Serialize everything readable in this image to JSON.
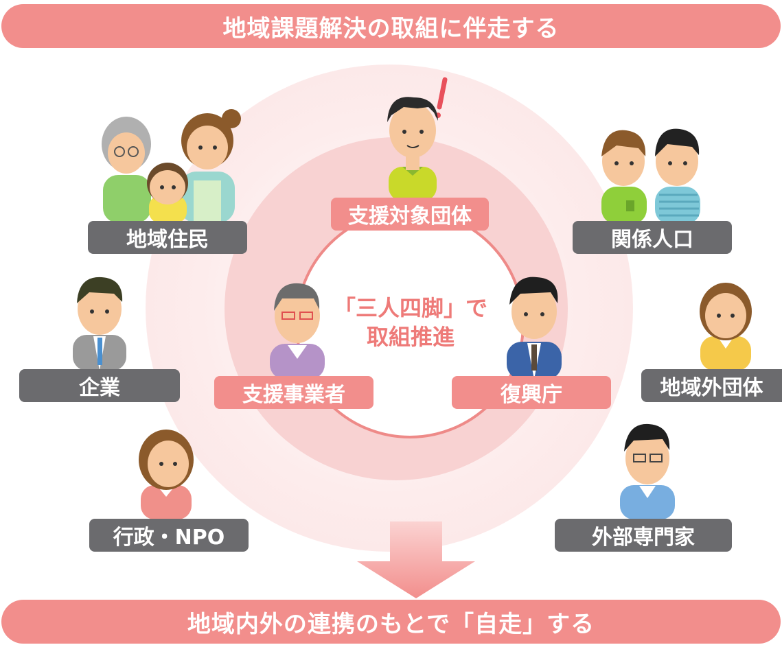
{
  "top_banner": "地域課題解決の取組に伴走する",
  "bottom_banner": "地域内外の連携のもとで「自走」する",
  "center": {
    "line1": "「三人四脚」で",
    "line2": "取組推進"
  },
  "pink_labels": {
    "target": "支援対象団体",
    "supporter": "支援事業者",
    "agency": "復興庁"
  },
  "grey_labels": {
    "residents": "地域住民",
    "related_population": "関係人口",
    "company": "企業",
    "outside_org": "地域外団体",
    "government_npo": "行政・NPO",
    "external_expert": "外部専門家"
  },
  "colors": {
    "accent_pink": "#f28e8c",
    "label_grey": "#6b6b6e",
    "center_text": "#ee7a78"
  }
}
